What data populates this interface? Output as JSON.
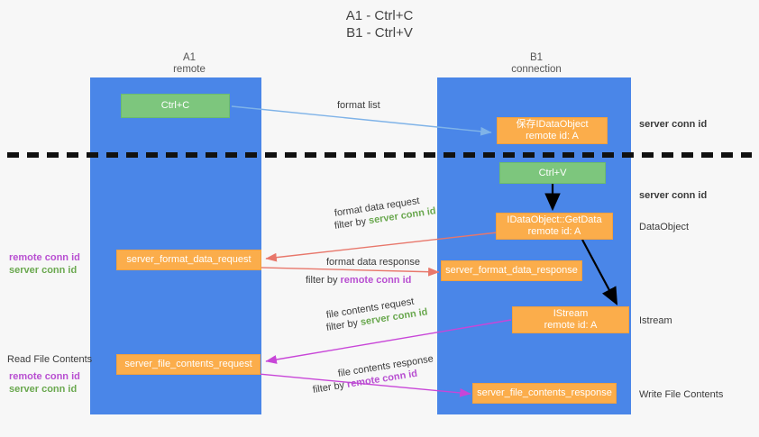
{
  "title": {
    "line1": "A1 - Ctrl+C",
    "line2": "B1 - Ctrl+V"
  },
  "colors": {
    "lane": "#4a86e8",
    "green_box": "#7dc67d",
    "orange_box": "#fbad4b",
    "green_text": "#6aa84f",
    "purple_text": "#b84fd1",
    "arrow_blue": "#7fb3e8",
    "arrow_red": "#e8776b",
    "arrow_black": "#000000",
    "arrow_magenta": "#c846d8",
    "divider": "#000000",
    "background": "#f7f7f7"
  },
  "lanes": [
    {
      "name": "A1",
      "sub": "remote"
    },
    {
      "name": "B1",
      "sub": "connection"
    }
  ],
  "boxes": {
    "ctrl_c": {
      "line1": "Ctrl+C",
      "line2": ""
    },
    "save_idataobject": {
      "line1": "保存IDataObject",
      "line2": "remote id: A"
    },
    "ctrl_v": {
      "line1": "Ctrl+V",
      "line2": ""
    },
    "getdata": {
      "line1": "IDataObject::GetData",
      "line2": "remote id: A"
    },
    "format_data_request": {
      "line1": "server_format_data_request",
      "line2": ""
    },
    "format_data_response": {
      "line1": "server_format_data_response",
      "line2": ""
    },
    "istream": {
      "line1": "IStream",
      "line2": "remote id: A"
    },
    "file_contents_request": {
      "line1": "server_file_contents_request",
      "line2": ""
    },
    "file_contents_response": {
      "line1": "server_file_contents_response",
      "line2": ""
    }
  },
  "arrow_labels": {
    "format_list": "format list",
    "format_data_request": "format data request",
    "format_data_request_filter_prefix": "filter by ",
    "format_data_request_filter_key": "server conn id",
    "format_data_response": "format data response",
    "format_data_response_filter_prefix": "filter by ",
    "format_data_response_filter_key": "remote conn id",
    "file_contents_request": "file contents request",
    "file_contents_request_filter_prefix": "filter by ",
    "file_contents_request_filter_key": "server conn id",
    "file_contents_response": "file contents response",
    "file_contents_response_filter_prefix": "filter by ",
    "file_contents_response_filter_key": "remote conn id"
  },
  "right_labels": {
    "server_conn_id_1": "server conn id",
    "server_conn_id_2": "server conn id",
    "dataobject": "DataObject",
    "istream": "Istream",
    "write_file_contents": "Write File Contents"
  },
  "left_labels": {
    "remote_conn_id_1": "remote conn id",
    "server_conn_id_1": "server conn id",
    "read_file_contents": "Read File Contents",
    "remote_conn_id_2": "remote conn id",
    "server_conn_id_2": "server conn id"
  }
}
